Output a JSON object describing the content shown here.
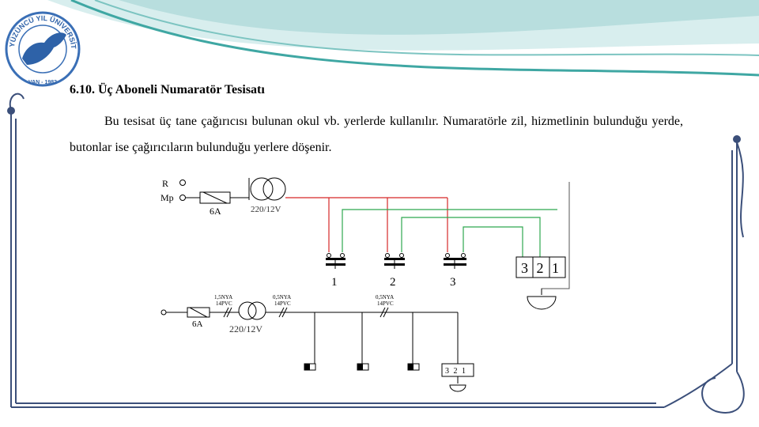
{
  "logo": {
    "ring_text": "YÜZÜNCÜ YIL ÜNİVERSİTESİ",
    "city_text": "VAN - 1982",
    "colors": {
      "ring": "#3a6fb6",
      "land": "#2e62a8"
    }
  },
  "section": {
    "heading": "6.10. Üç Aboneli Numaratör Tesisatı",
    "paragraph": "Bu tesisat üç tane çağırıcısı bulunan okul vb. yerlerde kullanılır. Numaratörle zil, hizmetlinin bulunduğu yerde, butonlar ise çağırıcıların bulunduğu yerlere döşenir."
  },
  "diagram": {
    "top": {
      "r_label": "R",
      "mp_label": "Mp",
      "fuse_label": "6A",
      "transformer_label": "220/12V",
      "buttons": [
        "1",
        "2",
        "3"
      ],
      "numerator_digits": "3 2 1"
    },
    "bottom": {
      "fuse_label": "6A",
      "transformer_label": "220/12V",
      "cable_left_line1": "1,5NYA",
      "cable_left_line2": "14PVC",
      "cable_mid_line1": "0,5NYA",
      "cable_mid_line2": "14PVC",
      "cable_right_line1": "0,5NYA",
      "cable_right_line2": "14PVC",
      "numerator_digits": "3 2 1"
    },
    "colors": {
      "phase": "#d62828",
      "signal": "#2fa84f",
      "wire": "#555555"
    }
  },
  "frame_colors": {
    "wave_light": "#b8dede",
    "wave_teal": "#3fa7a3",
    "border": "#3b4f7a"
  }
}
